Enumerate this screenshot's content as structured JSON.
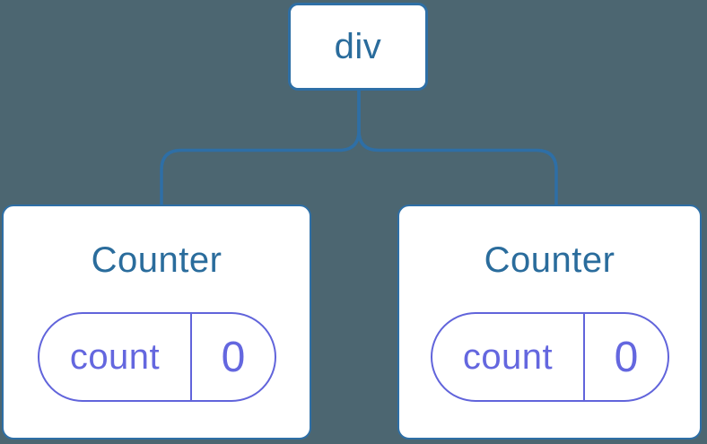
{
  "colors": {
    "background": "#4C6671",
    "line": "#2E6FA6",
    "node_border": "#2E6FA6",
    "node_background": "#FFFFFF",
    "node_text": "#2A6C9C",
    "state_border": "#6164DB",
    "state_text": "#6467DF"
  },
  "tree": {
    "root_label": "div",
    "children": [
      {
        "title": "Counter",
        "state_key": "count",
        "state_value": "0"
      },
      {
        "title": "Counter",
        "state_key": "count",
        "state_value": "0"
      }
    ]
  }
}
